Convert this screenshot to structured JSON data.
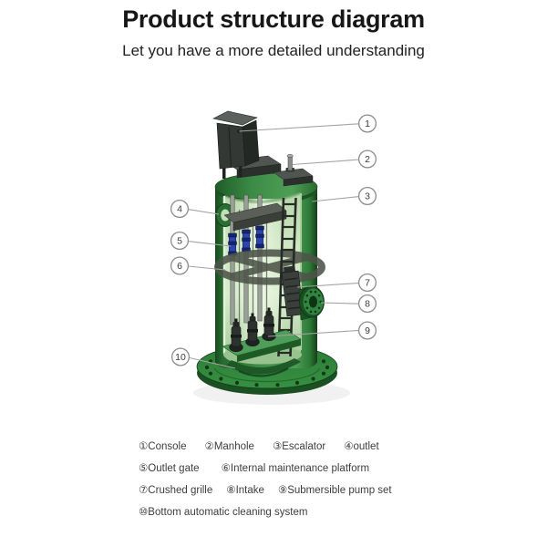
{
  "header": {
    "title": "Product structure diagram",
    "subtitle": "Let you have a more detailed understanding"
  },
  "callouts": [
    "1",
    "2",
    "3",
    "4",
    "5",
    "6",
    "7",
    "8",
    "9",
    "10"
  ],
  "legend": {
    "rows": [
      [
        "①Console",
        "②Manhole",
        "③Escalator",
        "④outlet"
      ],
      [
        "⑤Outlet gate",
        "⑥Internal maintenance platform"
      ],
      [
        "⑦Crushed grille",
        "⑧Intake",
        "⑨Submersible pump set"
      ],
      [
        "⑩Bottom automatic cleaning system"
      ]
    ]
  },
  "colors": {
    "tank_green": "#3f8f49",
    "tank_dark": "#17491e",
    "interior_light": "#d8eecd",
    "valve_blue": "#2c44ad",
    "cabinet_gray": "#34383​5",
    "leader_gray": "#a3a3a3"
  }
}
